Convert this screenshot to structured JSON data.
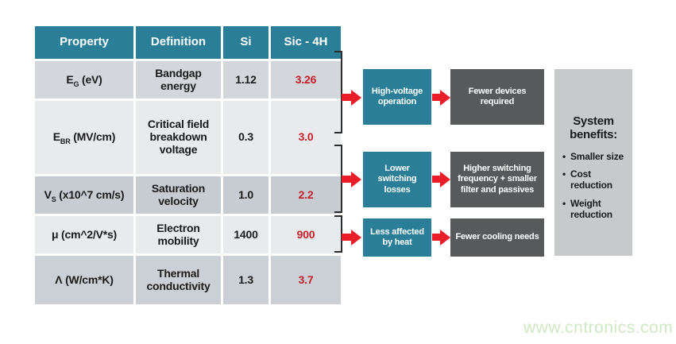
{
  "table": {
    "headers": [
      "Property",
      "Definition",
      "Si",
      "Sic - 4H"
    ],
    "rows": [
      {
        "p_base": "E",
        "p_sub": "G",
        "p_rest": " (eV)",
        "definition": "Bandgap energy",
        "si": "1.12",
        "sic": "3.26"
      },
      {
        "p_base": "E",
        "p_sub": "BR",
        "p_rest": " (MV/cm)",
        "definition": "Critical field breakdown voltage",
        "si": "0.3",
        "sic": "3.0"
      },
      {
        "p_base": "V",
        "p_sub": "S",
        "p_rest": " (x10^7 cm/s)",
        "definition": "Saturation velocity",
        "si": "1.0",
        "sic": "2.2"
      },
      {
        "p_base": "μ",
        "p_sub": "",
        "p_rest": " (cm^2/V*s)",
        "definition": "Electron mobility",
        "si": "1400",
        "sic": "900"
      },
      {
        "p_base": "Λ",
        "p_sub": "",
        "p_rest": " (W/cm*K)",
        "definition": "Thermal conductivity",
        "si": "1.3",
        "sic": "3.7"
      }
    ]
  },
  "flow": {
    "groups": [
      {
        "cause": "High-voltage operation",
        "effect": "Fewer devices required"
      },
      {
        "cause": "Lower switching losses",
        "effect": "Higher switching frequency + smaller filter and passives"
      },
      {
        "cause": "Less affected by heat",
        "effect": "Fewer cooling needs"
      }
    ]
  },
  "benefits": {
    "title": "System benefits:",
    "items": [
      "Smaller size",
      "Cost reduction",
      "Weight reduction"
    ]
  },
  "watermark": "www.cntronics.com",
  "colors": {
    "header_teal": "#2a7e97",
    "box_dark_gray": "#58595b",
    "panel_gray": "#c8c9cb",
    "arrow_red": "#ea1d28",
    "value_red": "#c41e28",
    "watermark_green": "#cfe9c3"
  }
}
